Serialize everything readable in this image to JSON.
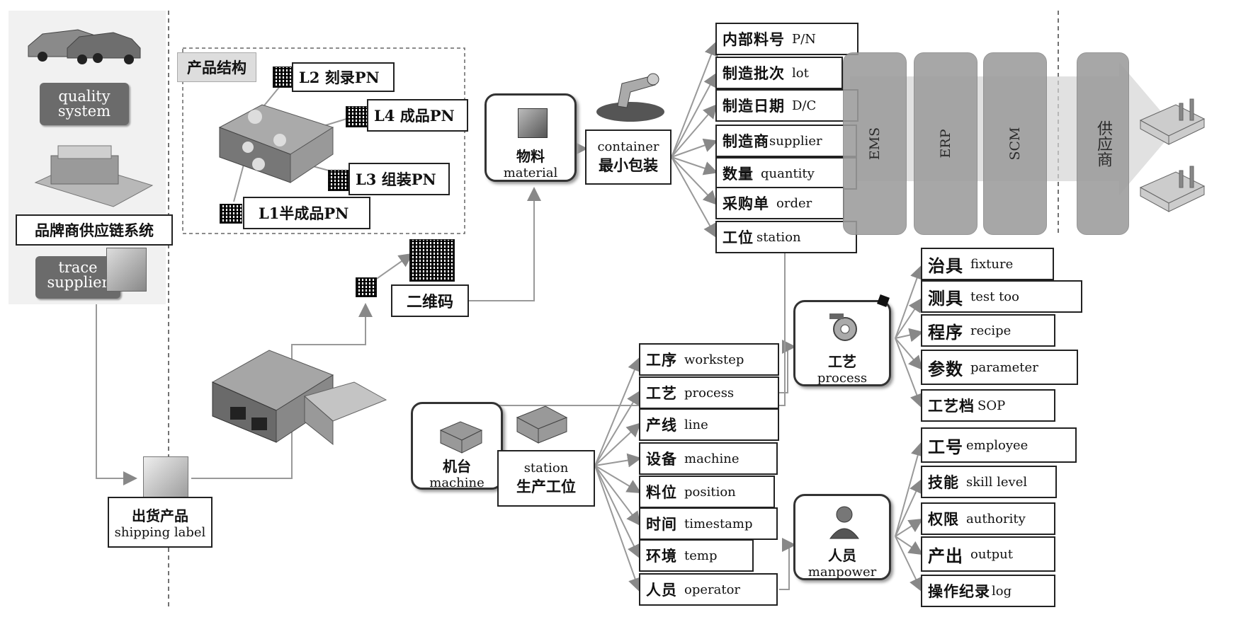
{
  "left_panel": {
    "quality_system": "quality\nsystem",
    "brand_supply_chain": "品牌商供应链系统",
    "trace_supplier": "trace\nsupplier"
  },
  "product_structure": {
    "title": "产品结构",
    "l2": "L2 刻录PN",
    "l4": "L4 成品PN",
    "l3": "L3 组装PN",
    "l1": "L1半成品PN"
  },
  "qr_code_label": "二维码",
  "shipping": {
    "zh": "出货产品",
    "en": "shipping label"
  },
  "material": {
    "zh": "物料",
    "en": "material"
  },
  "container": {
    "en": "container",
    "zh": "最小包装"
  },
  "container_attrs": [
    {
      "zh": "内部料号",
      "en": "P/N"
    },
    {
      "zh": "制造批次",
      "en": "lot"
    },
    {
      "zh": "制造日期",
      "en": "D/C"
    },
    {
      "zh": "制造商",
      "en": "supplier"
    },
    {
      "zh": "数量",
      "en": "quantity"
    },
    {
      "zh": "采购单",
      "en": "order"
    },
    {
      "zh": "工位",
      "en": "station"
    }
  ],
  "systems": [
    "EMS",
    "ERP",
    "SCM"
  ],
  "supplier": "供应商",
  "machine": {
    "zh": "机台",
    "en": "machine"
  },
  "station": {
    "en": "station",
    "zh": "生产工位"
  },
  "station_attrs": [
    {
      "zh": "工序",
      "en": "workstep"
    },
    {
      "zh": "工艺",
      "en": "process"
    },
    {
      "zh": "产线",
      "en": "line"
    },
    {
      "zh": "设备",
      "en": "machine"
    },
    {
      "zh": "料位",
      "en": "position"
    },
    {
      "zh": "时间",
      "en": "timestamp"
    },
    {
      "zh": "环境",
      "en": "temp"
    },
    {
      "zh": "人员",
      "en": "operator"
    }
  ],
  "process": {
    "zh": "工艺",
    "en": "process"
  },
  "process_attrs": [
    {
      "zh": "治具",
      "en": "fixture"
    },
    {
      "zh": "测具",
      "en": "test too"
    },
    {
      "zh": "程序",
      "en": "recipe"
    },
    {
      "zh": "参数",
      "en": "parameter"
    },
    {
      "zh": "工艺档",
      "en": "SOP"
    }
  ],
  "manpower": {
    "zh": "人员",
    "en": "manpower"
  },
  "manpower_attrs": [
    {
      "zh": "工号",
      "en": "employee"
    },
    {
      "zh": "技能",
      "en": "skill level"
    },
    {
      "zh": "权限",
      "en": "authority"
    },
    {
      "zh": "产出",
      "en": "output"
    },
    {
      "zh": "操作纪录",
      "en": "log"
    }
  ]
}
